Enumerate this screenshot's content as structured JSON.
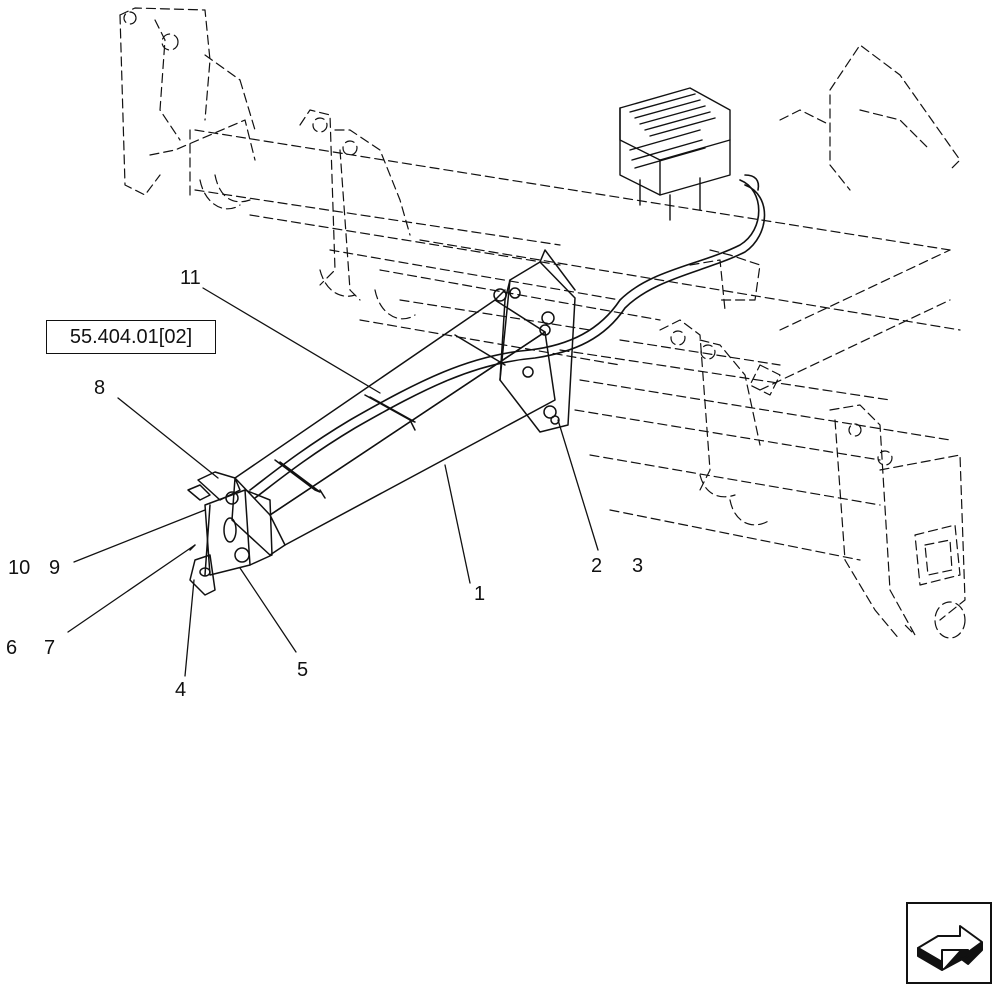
{
  "reference_link": "55.404.01[02]",
  "callouts": {
    "c1": "1",
    "c2": "2",
    "c3": "3",
    "c4": "4",
    "c5": "5",
    "c6": "6",
    "c7": "7",
    "c8": "8",
    "c9": "9",
    "c10": "10",
    "c11": "11"
  },
  "nav_icon": "arrow-next-icon"
}
